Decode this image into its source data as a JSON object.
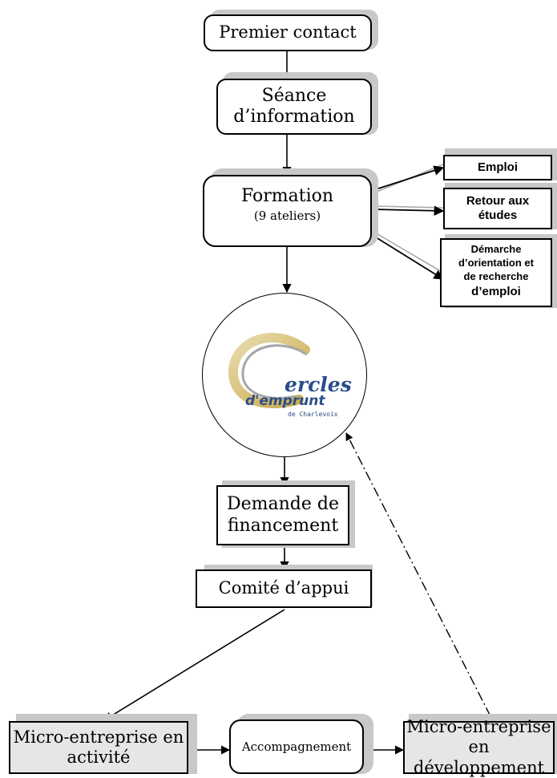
{
  "nodes": {
    "premier_contact": "Premier contact",
    "seance_line1": "Séance",
    "seance_line2": "d’information",
    "formation": "Formation",
    "formation_sub": "(9 ateliers)",
    "emploi": "Emploi",
    "retour_line1": "Retour aux",
    "retour_line2": "études",
    "demarche_line1": "Démarche",
    "demarche_line2": "d’orientation et",
    "demarche_line3": "de recherche",
    "demarche_line4": "d’emploi",
    "demande_line1": "Demande de",
    "demande_line2": "financement",
    "comite": "Comité d’appui",
    "micro_activite_line1": "Micro-entreprise en",
    "micro_activite_line2": "activité",
    "accompagnement": "Accompagnement",
    "micro_dev_line1": "Micro-entreprise",
    "micro_dev_line2": "en développement"
  },
  "logo": {
    "word": "ercles",
    "line2": "d'emprunt",
    "line3": "de Charlevoix"
  }
}
